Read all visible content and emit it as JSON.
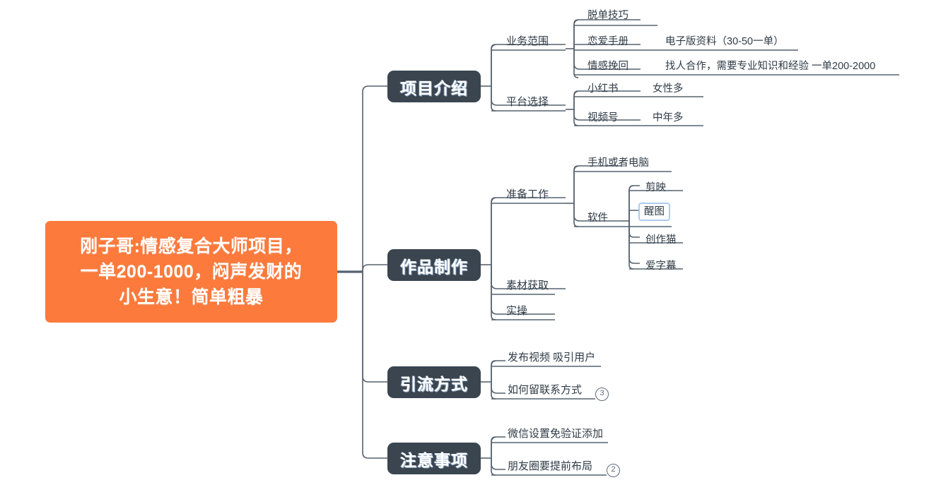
{
  "colors": {
    "root_fill": "#fb7a3c",
    "main_fill": "#3a4550",
    "wire": "#55626f",
    "text": "#2f3b47",
    "selection": "#aecbf0",
    "background": "#ffffff"
  },
  "root": {
    "label": "刚子哥:情感复合大师项目，一单200-1000，闷声发财的小生意！简单粗暴",
    "line1": "刚子哥:情感复合大师项目，",
    "line2": "一单200-1000，闷声发财的",
    "line3": "小生意！简单粗暴"
  },
  "branches": [
    {
      "id": "project-intro",
      "label": "项目介绍",
      "children": [
        {
          "id": "business-scope",
          "label": "业务范围",
          "children": [
            {
              "id": "dating-skills",
              "label": "脱单技巧",
              "note": ""
            },
            {
              "id": "love-handbook",
              "label": "恋爱手册",
              "note": "电子版资料（30-50一单）"
            },
            {
              "id": "emotion-recovery",
              "label": "情感挽回",
              "note": "找人合作，需要专业知识和经验  一单200-2000"
            }
          ]
        },
        {
          "id": "platform-choice",
          "label": "平台选择",
          "children": [
            {
              "id": "xiaohongshu",
              "label": "小红书",
              "note": "女性多"
            },
            {
              "id": "shipinhao",
              "label": "视频号",
              "note": "中年多"
            }
          ]
        }
      ]
    },
    {
      "id": "work-production",
      "label": "作品制作",
      "children": [
        {
          "id": "preparation",
          "label": "准备工作",
          "children": [
            {
              "id": "phone-or-computer",
              "label": "手机或者电脑",
              "note": ""
            },
            {
              "id": "software",
              "label": "软件",
              "children": [
                {
                  "id": "jianying",
                  "label": "剪映",
                  "selected": false
                },
                {
                  "id": "xingtu",
                  "label": "醒图",
                  "selected": true
                },
                {
                  "id": "chuangzuomao",
                  "label": "创作猫",
                  "selected": false
                },
                {
                  "id": "aizimu",
                  "label": "爱字幕",
                  "selected": false
                }
              ]
            }
          ]
        },
        {
          "id": "material-acquisition",
          "label": "素材获取",
          "children": []
        },
        {
          "id": "practice",
          "label": "实操",
          "children": []
        }
      ]
    },
    {
      "id": "traffic-method",
      "label": "引流方式",
      "children": [
        {
          "id": "publish-video",
          "label": "发布视频 吸引用户",
          "badge": ""
        },
        {
          "id": "leave-contact",
          "label": "如何留联系方式",
          "badge": "3"
        }
      ]
    },
    {
      "id": "notes",
      "label": "注意事项",
      "children": [
        {
          "id": "wechat-no-verify",
          "label": "微信设置免验证添加",
          "badge": ""
        },
        {
          "id": "moments-layout",
          "label": "朋友圈要提前布局",
          "badge": "2"
        }
      ]
    }
  ]
}
